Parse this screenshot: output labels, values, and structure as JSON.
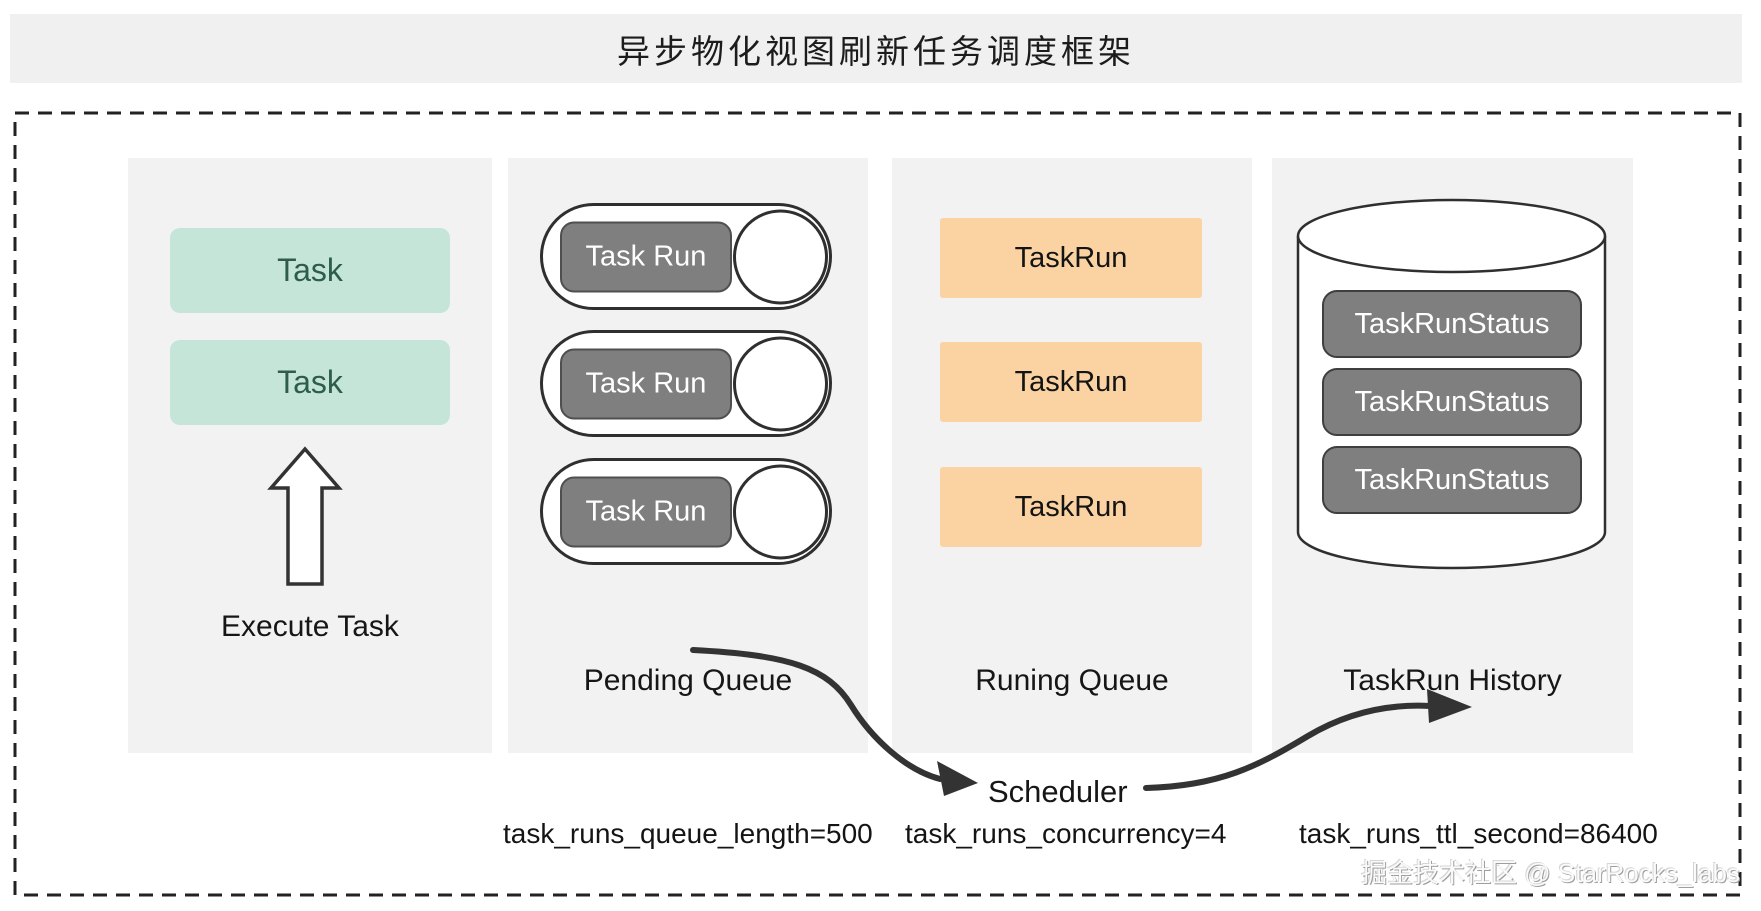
{
  "title": "异步物化视图刷新任务调度框架",
  "watermark": "掘金技术社区 @ StarRocks_labs",
  "diagram": {
    "execute_panel": {
      "tasks": [
        "Task",
        "Task"
      ],
      "label": "Execute Task"
    },
    "pending_queue": {
      "items": [
        "Task Run",
        "Task Run",
        "Task Run"
      ],
      "label": "Pending Queue",
      "param": "task_runs_queue_length=500"
    },
    "running_queue": {
      "items": [
        "TaskRun",
        "TaskRun",
        "TaskRun"
      ],
      "label": "Runing Queue",
      "param": "task_runs_concurrency=4"
    },
    "history": {
      "items": [
        "TaskRunStatus",
        "TaskRunStatus",
        "TaskRunStatus"
      ],
      "label": "TaskRun History",
      "param": "task_runs_ttl_second=86400"
    },
    "scheduler_label": "Scheduler"
  },
  "colors": {
    "title_bar_bg": "#f0f0f0",
    "panel_bg": "#f2f2f2",
    "task_teal": "#c6e5d9",
    "task_teal_text": "#2e5d4e",
    "taskrun_orange": "#fbd3a2",
    "gray_box": "#7f7f7f",
    "outline": "#2f2f2f",
    "arrow": "#333333"
  }
}
